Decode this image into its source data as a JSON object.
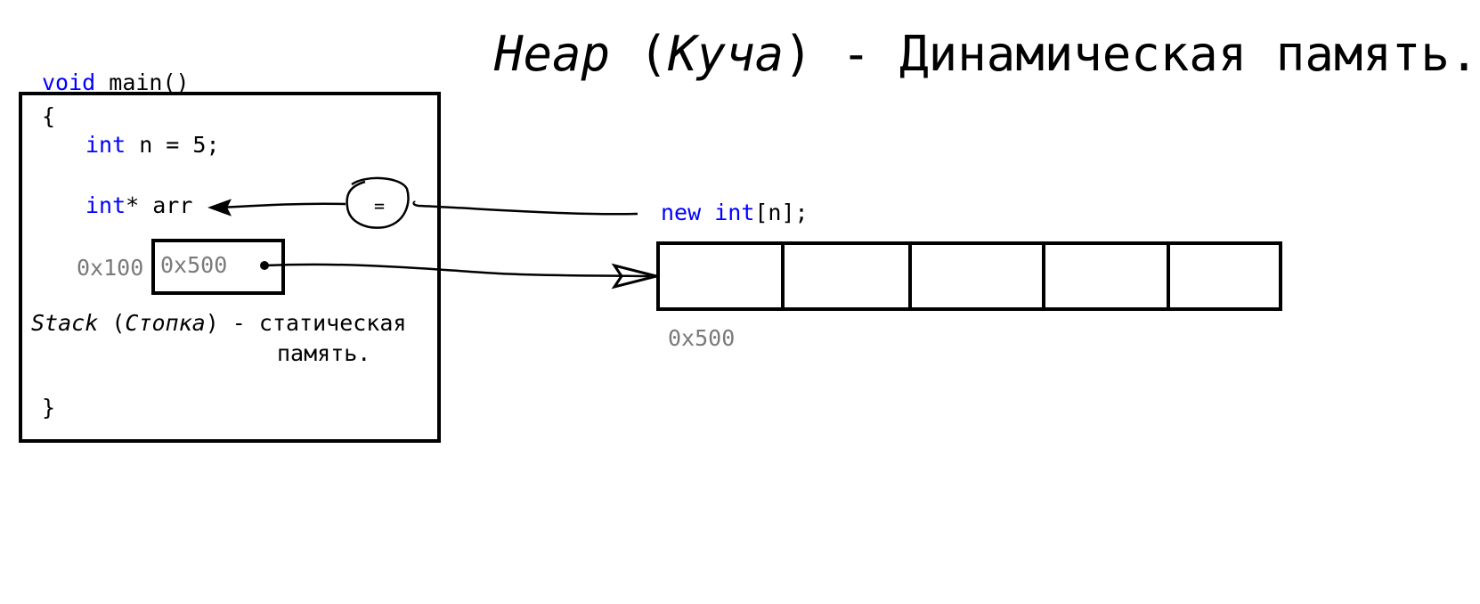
{
  "title": {
    "heap": "Heap",
    "open": " (",
    "kucha": "Куча",
    "rest": ") - Динамическая память."
  },
  "stack_frame": {
    "signature_kw": "void",
    "signature_rest": " main()",
    "open_brace": "{",
    "line1_kw": "int",
    "line1_rest": " n = 5;",
    "line2_kw": "int",
    "line2_rest": "* arr",
    "var_address": "0x100",
    "pointer_value": "0x500",
    "label_stack": "Stack",
    "label_open": " (",
    "label_stopka": "Стопка",
    "label_rest": ") - статическая",
    "label_line2": "память.",
    "close_brace": "}"
  },
  "assignment_symbol": "=",
  "heap_expr": {
    "kw1": "new",
    "kw2": "int",
    "rest": "[n];"
  },
  "heap_array": {
    "cell_count": 5,
    "base_address": "0x500"
  },
  "colors": {
    "keyword": "#0000ff",
    "address": "#7a7a7a",
    "ink": "#000000"
  }
}
